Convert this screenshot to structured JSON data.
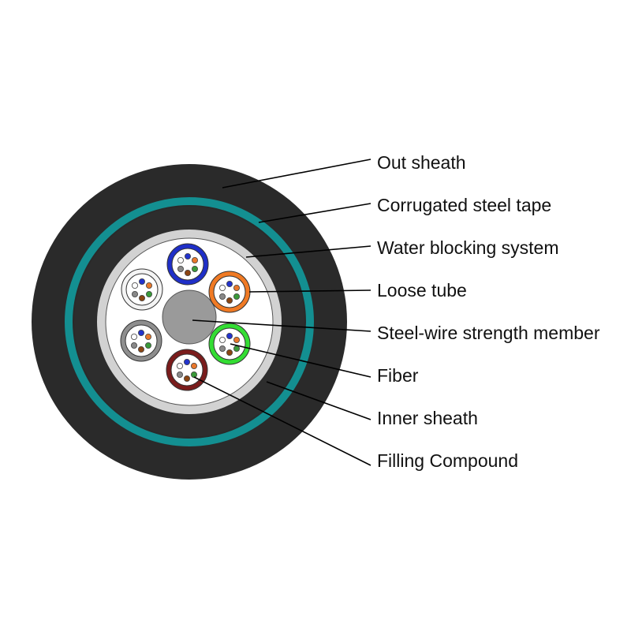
{
  "title": "",
  "colors": {
    "out_sheath": "#2a2a2a",
    "steel_tape": "#138f91",
    "inner_sheath": "#2d2d2d",
    "water_blocking": "#d2d2d2",
    "filling_compound": "#ffffff",
    "strength_member": "#9a9a9a",
    "loose_tube_blue": "#1f2fc8",
    "loose_tube_orange": "#f07a24",
    "loose_tube_green": "#33dd33",
    "loose_tube_brown": "#7a1c1c",
    "loose_tube_gray": "#8e8e8e",
    "loose_tube_white": "#f4f4f4",
    "fiber_blue": "#2233cc",
    "fiber_orange": "#e8772b",
    "fiber_green": "#3a9a3a",
    "fiber_brown": "#8b4513",
    "fiber_gray": "#888888",
    "fiber_white": "#ffffff"
  },
  "labels": {
    "out_sheath": "Out sheath",
    "corrugated_steel_tape": "Corrugated steel tape",
    "water_blocking_system": "Water blocking system",
    "loose_tube": "Loose tube",
    "strength_member": "Steel-wire strength member",
    "fiber": "Fiber",
    "inner_sheath": "Inner sheath",
    "filling_compound": "Filling Compound"
  }
}
